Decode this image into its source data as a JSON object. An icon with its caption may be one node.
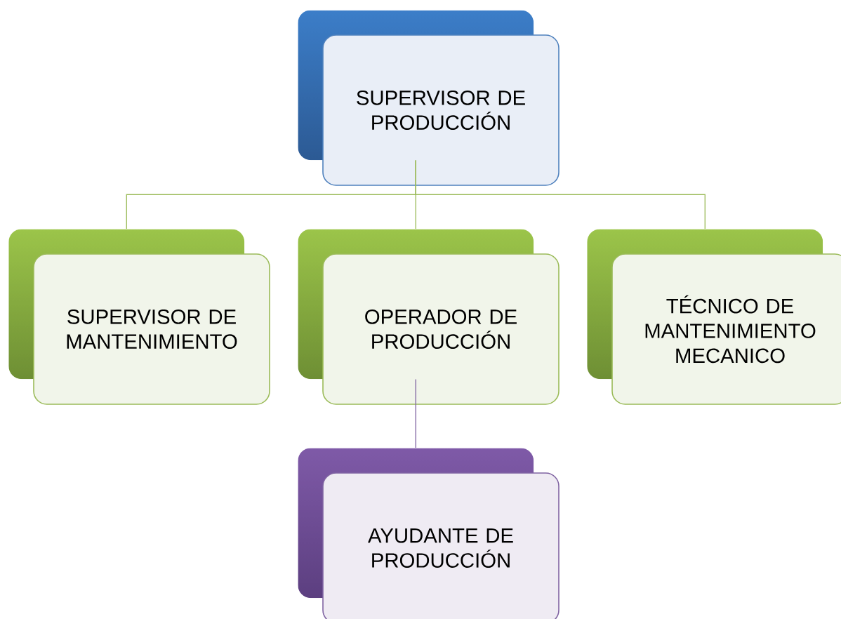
{
  "diagram": {
    "nodes": [
      {
        "text": [
          "SUPERVISOR DE PRODUCCIÓN"
        ]
      },
      {
        "text": [
          "SUPERVISOR DE MANTENIMIENTO"
        ]
      },
      {
        "text": [
          "OPERADOR DE PRODUCCIÓN"
        ]
      },
      {
        "text": [
          "TÉCNICO DE MANTENIMIENTO MECANICO"
        ]
      },
      {
        "text": [
          "AYUDANTE DE PRODUCCIÓN"
        ]
      }
    ],
    "edges": [
      {
        "from": 0,
        "to": 1,
        "arrow": "none"
      },
      {
        "from": 0,
        "to": 2,
        "arrow": "none"
      },
      {
        "from": 0,
        "to": 3,
        "arrow": "none"
      },
      {
        "from": 2,
        "to": 4,
        "arrow": "none",
        "color": "#8064a2"
      }
    ]
  }
}
